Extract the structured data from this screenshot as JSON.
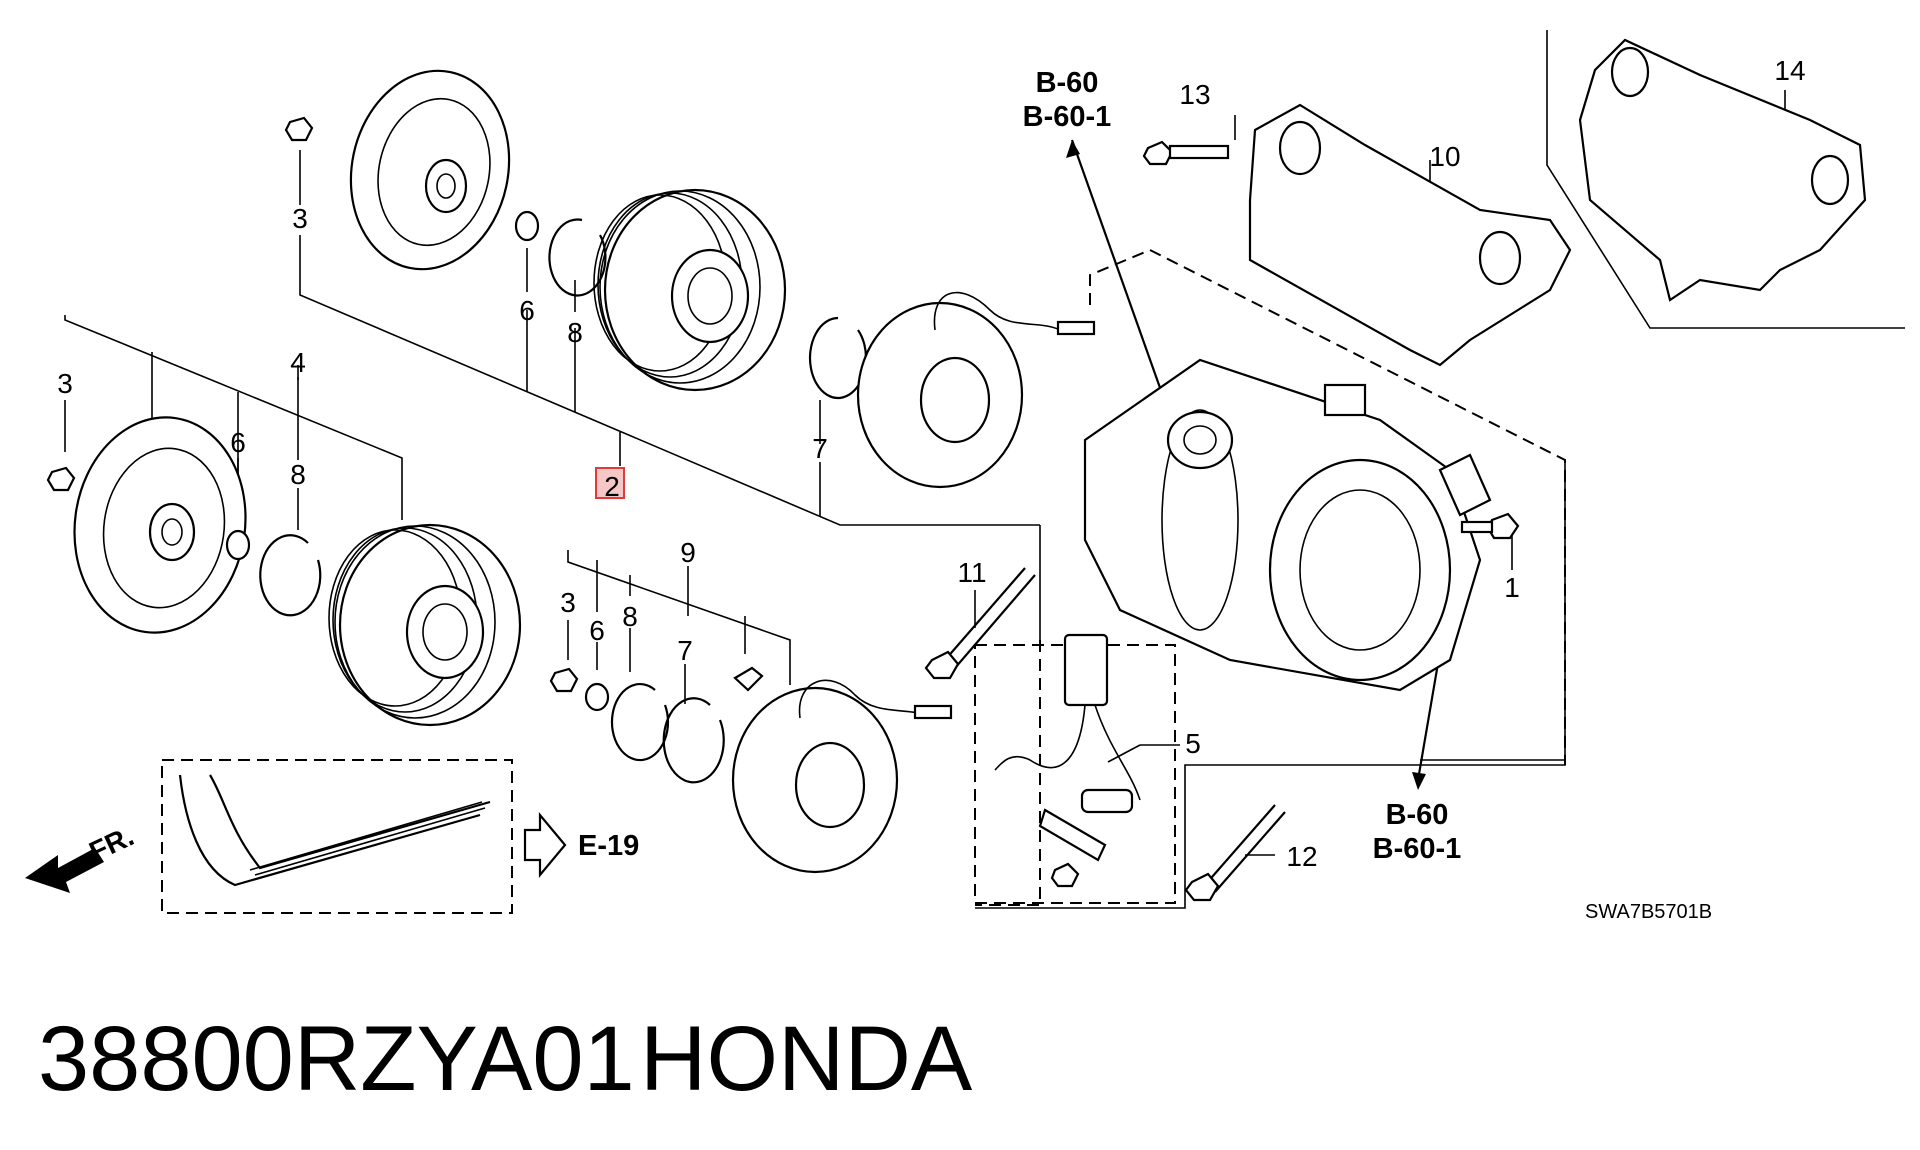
{
  "title": {
    "part_number": "38800RZYA01",
    "brand": "HONDA"
  },
  "diagram_code": "SWA7B5701B",
  "front_label": "FR.",
  "xrefs": {
    "top_line1": "B-60",
    "top_line2": "B-60-1",
    "bottom_line1": "B-60",
    "bottom_line2": "B-60-1",
    "belt_ref": "E-19"
  },
  "callouts": {
    "c1": "1",
    "c2": "2",
    "c3_top": "3",
    "c3_left": "3",
    "c3_mid": "3",
    "c4": "4",
    "c5": "5",
    "c6_top": "6",
    "c6_left": "6",
    "c6_mid": "6",
    "c7_top": "7",
    "c7_mid": "7",
    "c8_top": "8",
    "c8_left": "8",
    "c8_mid": "8",
    "c9": "9",
    "c10": "10",
    "c11": "11",
    "c12": "12",
    "c13": "13",
    "c14": "14"
  },
  "highlight_color": "#e03a3a"
}
